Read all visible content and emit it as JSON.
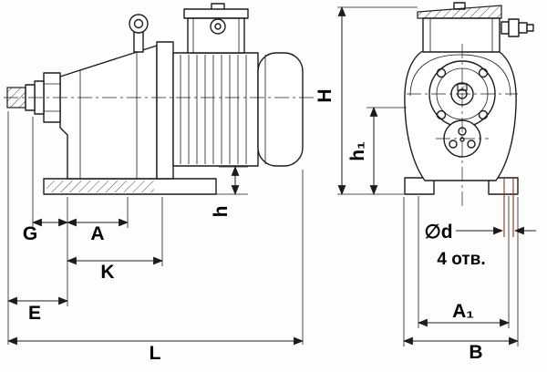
{
  "diagram": {
    "type": "technical-drawing-gearmotor-two-views",
    "labels": {
      "G": "G",
      "A": "A",
      "K": "K",
      "E": "E",
      "L": "L",
      "h": "h",
      "H": "H",
      "h1": "h₁",
      "d": "∅d",
      "holes": "4 отв.",
      "A1": "A₁",
      "B": "B"
    },
    "colors": {
      "line": "#1c1c1c",
      "hole_mark": "#8a3324",
      "background": "#fdfdfb"
    }
  }
}
